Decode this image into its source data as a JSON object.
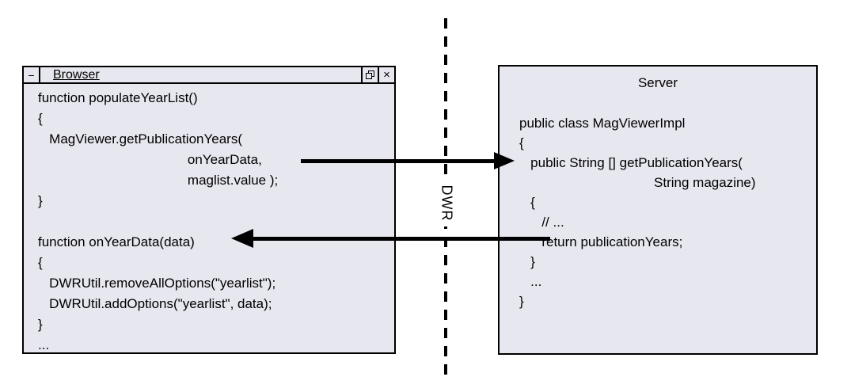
{
  "divider": {
    "label": "DWR"
  },
  "browser": {
    "title": "Browser",
    "controls": {
      "minimize_glyph": "−",
      "close_glyph": "×"
    },
    "code": "function populateYearList()\n{\n   MagViewer.getPublicationYears(\n                                        onYearData,\n                                        maglist.value );\n}\n\nfunction onYearData(data)\n{\n   DWRUtil.removeAllOptions(\"yearlist\");\n   DWRUtil.addOptions(\"yearlist\", data);\n}\n..."
  },
  "server": {
    "title": "Server",
    "code": "public class MagViewerImpl\n{\n   public String [] getPublicationYears(\n                                    String magazine)\n   {\n      // ...\n      return publicationYears;\n   }\n   ...\n}"
  },
  "colors": {
    "panel_fill": "#e7e7f0",
    "line": "#000000",
    "background": "#ffffff"
  }
}
